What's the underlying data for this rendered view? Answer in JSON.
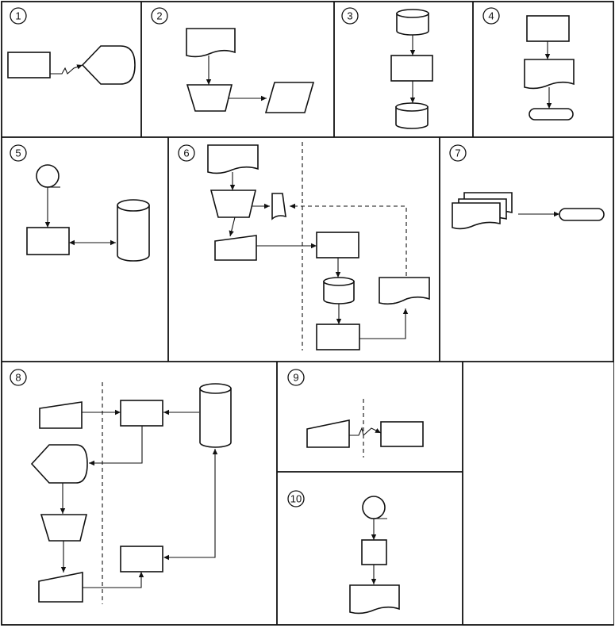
{
  "panels": [
    {
      "id": "p1",
      "number": "1"
    },
    {
      "id": "p2",
      "number": "2"
    },
    {
      "id": "p3",
      "number": "3"
    },
    {
      "id": "p4",
      "number": "4"
    },
    {
      "id": "p5",
      "number": "5"
    },
    {
      "id": "p6",
      "number": "6"
    },
    {
      "id": "p7",
      "number": "7"
    },
    {
      "id": "p8",
      "number": "8"
    },
    {
      "id": "p9",
      "number": "9"
    },
    {
      "id": "p10",
      "number": "10"
    }
  ]
}
